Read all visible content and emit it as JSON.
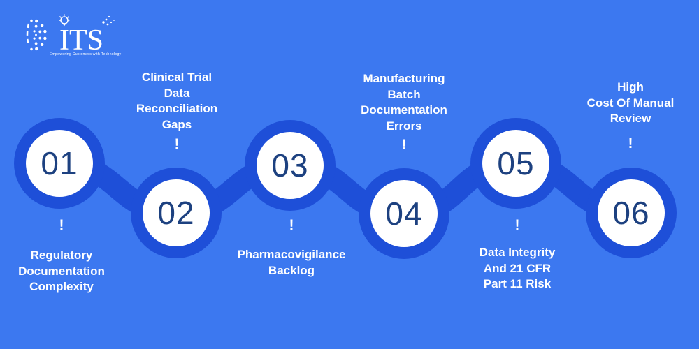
{
  "figure": {
    "type": "process-chain-infographic",
    "step_count": 6
  },
  "colors": {
    "background": "#3c78f0",
    "chain": "#1e4fd8",
    "circle_fill": "#ffffff",
    "number_text": "#1d4180",
    "label_text": "#ffffff"
  },
  "logo": {
    "brand": "DITS",
    "serif_letters": "ITS",
    "tagline": "Empowering Customers with Technology"
  },
  "steps": [
    {
      "number": "01",
      "marker": "!",
      "label_position": "below",
      "label": "Regulatory\nDocumentation\nComplexity"
    },
    {
      "number": "02",
      "marker": "!",
      "label_position": "above",
      "label": "Clinical Trial\nData\nReconciliation\nGaps"
    },
    {
      "number": "03",
      "marker": "!",
      "label_position": "below",
      "label": "Pharmacovigilance\nBacklog"
    },
    {
      "number": "04",
      "marker": "!",
      "label_position": "above",
      "label": "Manufacturing\nBatch\nDocumentation\nErrors"
    },
    {
      "number": "05",
      "marker": "!",
      "label_position": "below",
      "label": "Data Integrity\nAnd 21 CFR\nPart 11 Risk"
    },
    {
      "number": "06",
      "marker": "!",
      "label_position": "above",
      "label": "High\nCost Of Manual\nReview"
    }
  ]
}
